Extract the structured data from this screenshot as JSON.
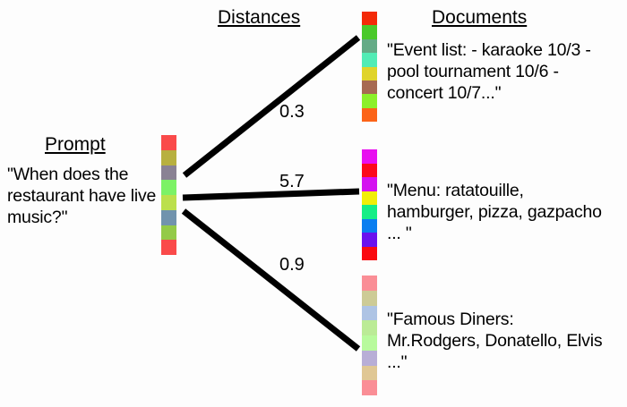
{
  "diagram": {
    "title_prompt": "Prompt",
    "title_distances": "Distances",
    "title_documents": "Documents"
  },
  "prompt": {
    "label": "Prompt",
    "text": "\"When does the restaurant have live music?\"",
    "vector_name": "prompt-embedding-vector",
    "vector_colors": [
      "#fa4a4a",
      "#b8b040",
      "#8a8294",
      "#7cf266",
      "#bbe04c",
      "#7193ad",
      "#93ca48",
      "#fa4a4a"
    ]
  },
  "documents": [
    {
      "id": "doc-1",
      "text": "\"Event list: - karaoke 10/3 - pool tournament 10/6 - concert 10/7...\"",
      "distance": "0.3",
      "vector_colors": [
        "#f32a08",
        "#4ac92a",
        "#64ab86",
        "#52ecb5",
        "#e0d42a",
        "#a76a52",
        "#8cf02a",
        "#fc6418"
      ]
    },
    {
      "id": "doc-2",
      "text": "\"Menu: ratatouille, hamburger, pizza, gazpacho ... \"",
      "distance": "5.7",
      "vector_colors": [
        "#e810f0",
        "#fc0a1c",
        "#d412f0",
        "#f2ef08",
        "#16ee86",
        "#0a7ef0",
        "#6a12ee",
        "#fa0a10"
      ]
    },
    {
      "id": "doc-3",
      "text": "\"Famous Diners: Mr.Rodgers, Donatello, Elvis ...\"",
      "distance": "0.9",
      "vector_colors": [
        "#fa8e96",
        "#cdcb96",
        "#aec4e4",
        "#bbeb96",
        "#b8fa9c",
        "#b8aed6",
        "#e0c794",
        "#fa8e96"
      ]
    }
  ],
  "edges": [
    {
      "name": "edge-to-doc-1",
      "label": "0.3"
    },
    {
      "name": "edge-to-doc-2",
      "label": "5.7"
    },
    {
      "name": "edge-to-doc-3",
      "label": "0.9"
    }
  ],
  "style": {
    "edge_color": "#000000",
    "background": "#fdfdfd"
  }
}
